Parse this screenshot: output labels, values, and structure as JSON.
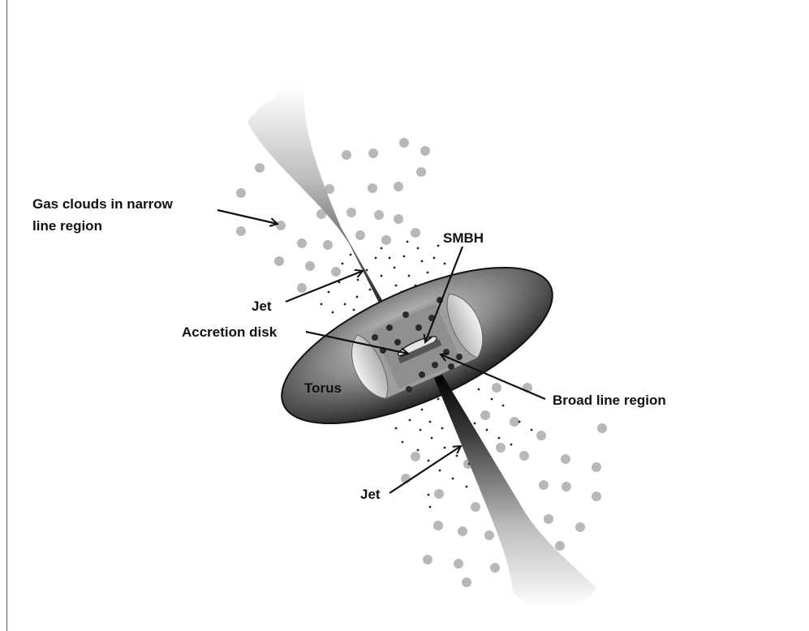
{
  "labels": {
    "gas_clouds_line1": "Gas clouds in narrow",
    "gas_clouds_line2": "line region",
    "smbh": "SMBH",
    "jet_upper": "Jet",
    "accretion_disk": "Accretion disk",
    "torus": "Torus",
    "broad_line_region": "Broad line region",
    "jet_lower": "Jet"
  }
}
